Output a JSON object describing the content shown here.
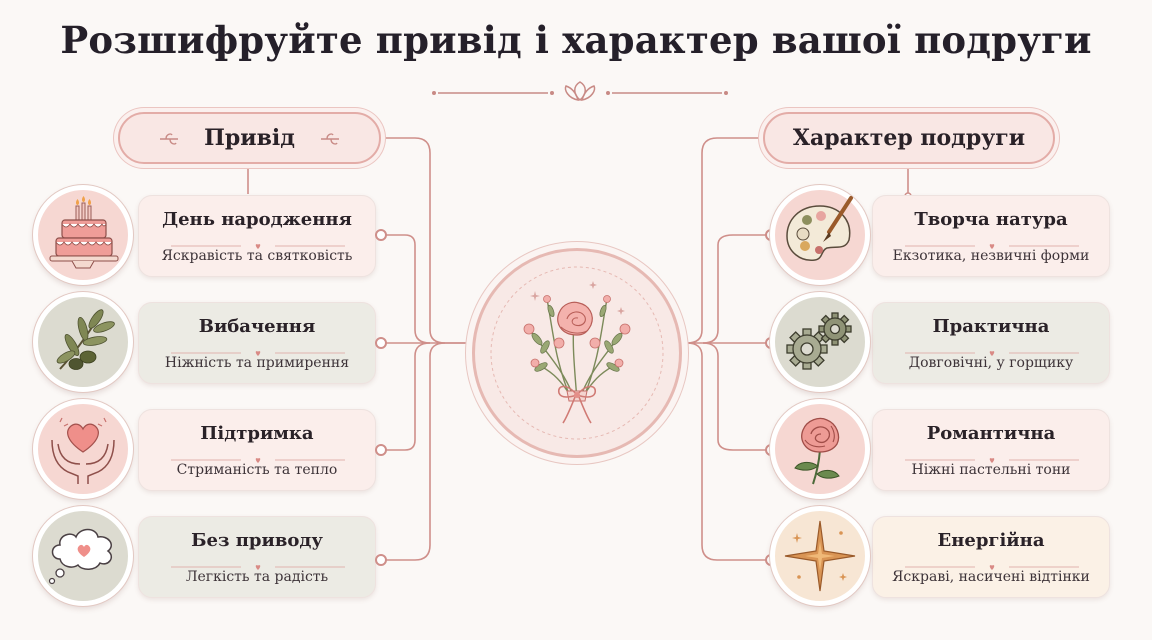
{
  "title": "Розшифруйте привід і характер вашої подруги",
  "colors": {
    "accent": "#cf8f8a",
    "pink_card": "#fbeeeb",
    "grey_card": "#ecebe4",
    "cream_card": "#fbf1e6"
  },
  "left": {
    "header": "Привід",
    "items": [
      {
        "title": "День народження",
        "desc": "Яскравість та святковість",
        "icon": "birthday-cake-icon"
      },
      {
        "title": "Вибачення",
        "desc": "Ніжність та примирення",
        "icon": "olive-branch-icon"
      },
      {
        "title": "Підтримка",
        "desc": "Стриманість та тепло",
        "icon": "hands-heart-icon"
      },
      {
        "title": "Без приводу",
        "desc": "Легкість та радість",
        "icon": "thought-bubble-icon"
      }
    ]
  },
  "right": {
    "header": "Характер подруги",
    "items": [
      {
        "title": "Творча натура",
        "desc": "Екзотика, незвичні форми",
        "icon": "palette-icon"
      },
      {
        "title": "Практична",
        "desc": "Довговічні, у горщику",
        "icon": "gears-icon"
      },
      {
        "title": "Романтична",
        "desc": "Ніжні пастельні тони",
        "icon": "rose-icon"
      },
      {
        "title": "Енергійна",
        "desc": "Яскраві, насичені відтінки",
        "icon": "star-icon"
      }
    ]
  },
  "center": {
    "icon": "bouquet-icon"
  }
}
